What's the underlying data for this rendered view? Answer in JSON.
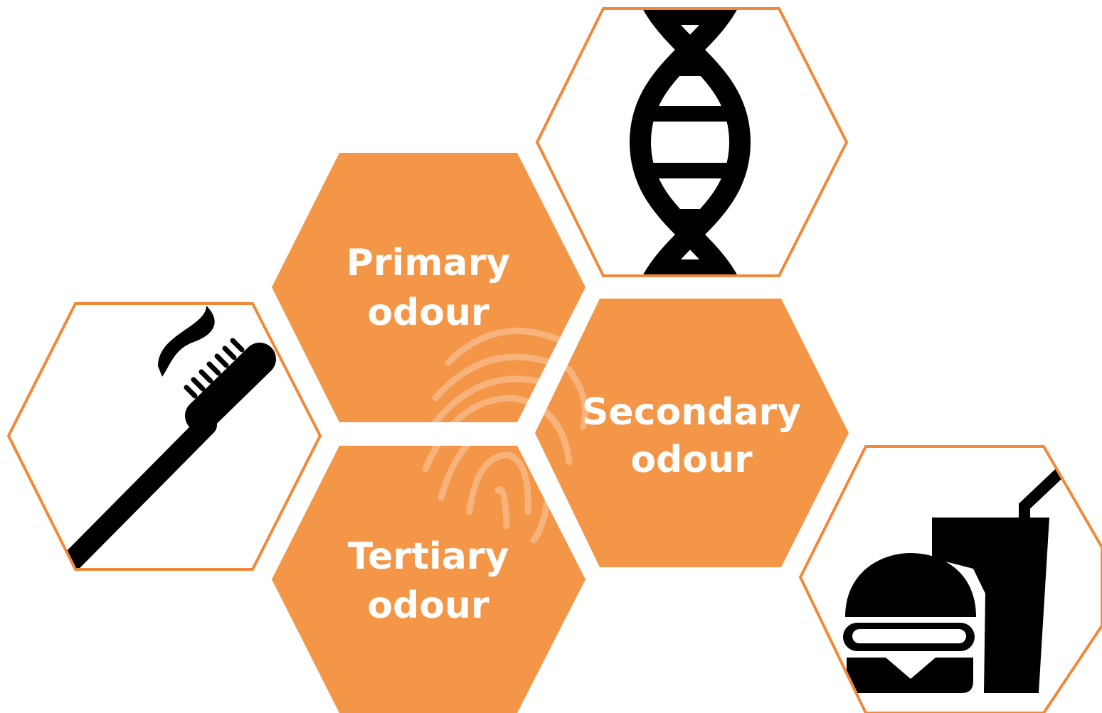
{
  "colors": {
    "orange": "#F49648",
    "outline": "#F1893A",
    "icon": "#000000",
    "label": "#FFFFFF"
  },
  "hexes": {
    "primary": {
      "line1": "Primary",
      "line2": "odour"
    },
    "secondary": {
      "line1": "Secondary",
      "line2": "odour"
    },
    "tertiary": {
      "line1": "Tertiary",
      "line2": "odour"
    }
  },
  "icons": {
    "dna": "dna-icon",
    "toothbrush": "toothbrush-icon",
    "food": "burger-and-drink-icon",
    "watermark": "fingerprint-icon"
  }
}
